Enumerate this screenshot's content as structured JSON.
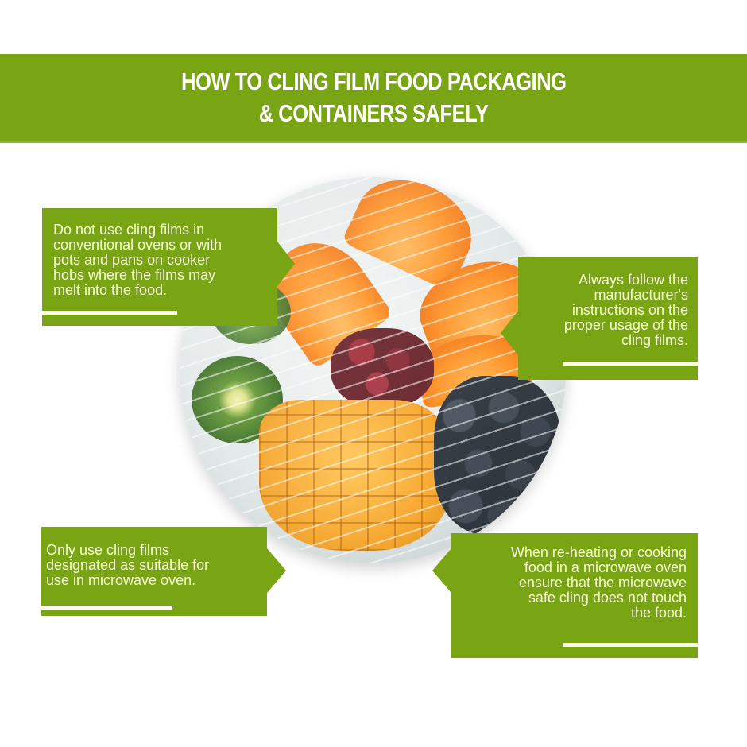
{
  "header": {
    "title_line1": "HOW TO CLING FILM FOOD PACKAGING",
    "title_line2": "& CONTAINERS SAFELY"
  },
  "image": {
    "description": "Plate of fruit (orange slices, kiwi, mango cubes, blueberries, cranberries) covered in cling film"
  },
  "tips": [
    {
      "position": "top-left",
      "text": "Do not use cling films in\nconventional ovens or with\npots and pans on cooker\nhobs where the films may\nmelt into the food."
    },
    {
      "position": "top-right",
      "text": "Always follow the\nmanufacturer's\ninstructions on the\nproper usage of the\ncling films."
    },
    {
      "position": "bottom-left",
      "text": "Only use cling films\ndesignated as suitable for\nuse in microwave oven."
    },
    {
      "position": "bottom-right",
      "text": "When re-heating or cooking\nfood in a microwave oven\nensure that the microwave\nsafe cling does not touch\nthe food."
    }
  ],
  "colors": {
    "brand_green": "#79a414",
    "text_light": "#f6f9d6",
    "background": "#ffffff"
  }
}
